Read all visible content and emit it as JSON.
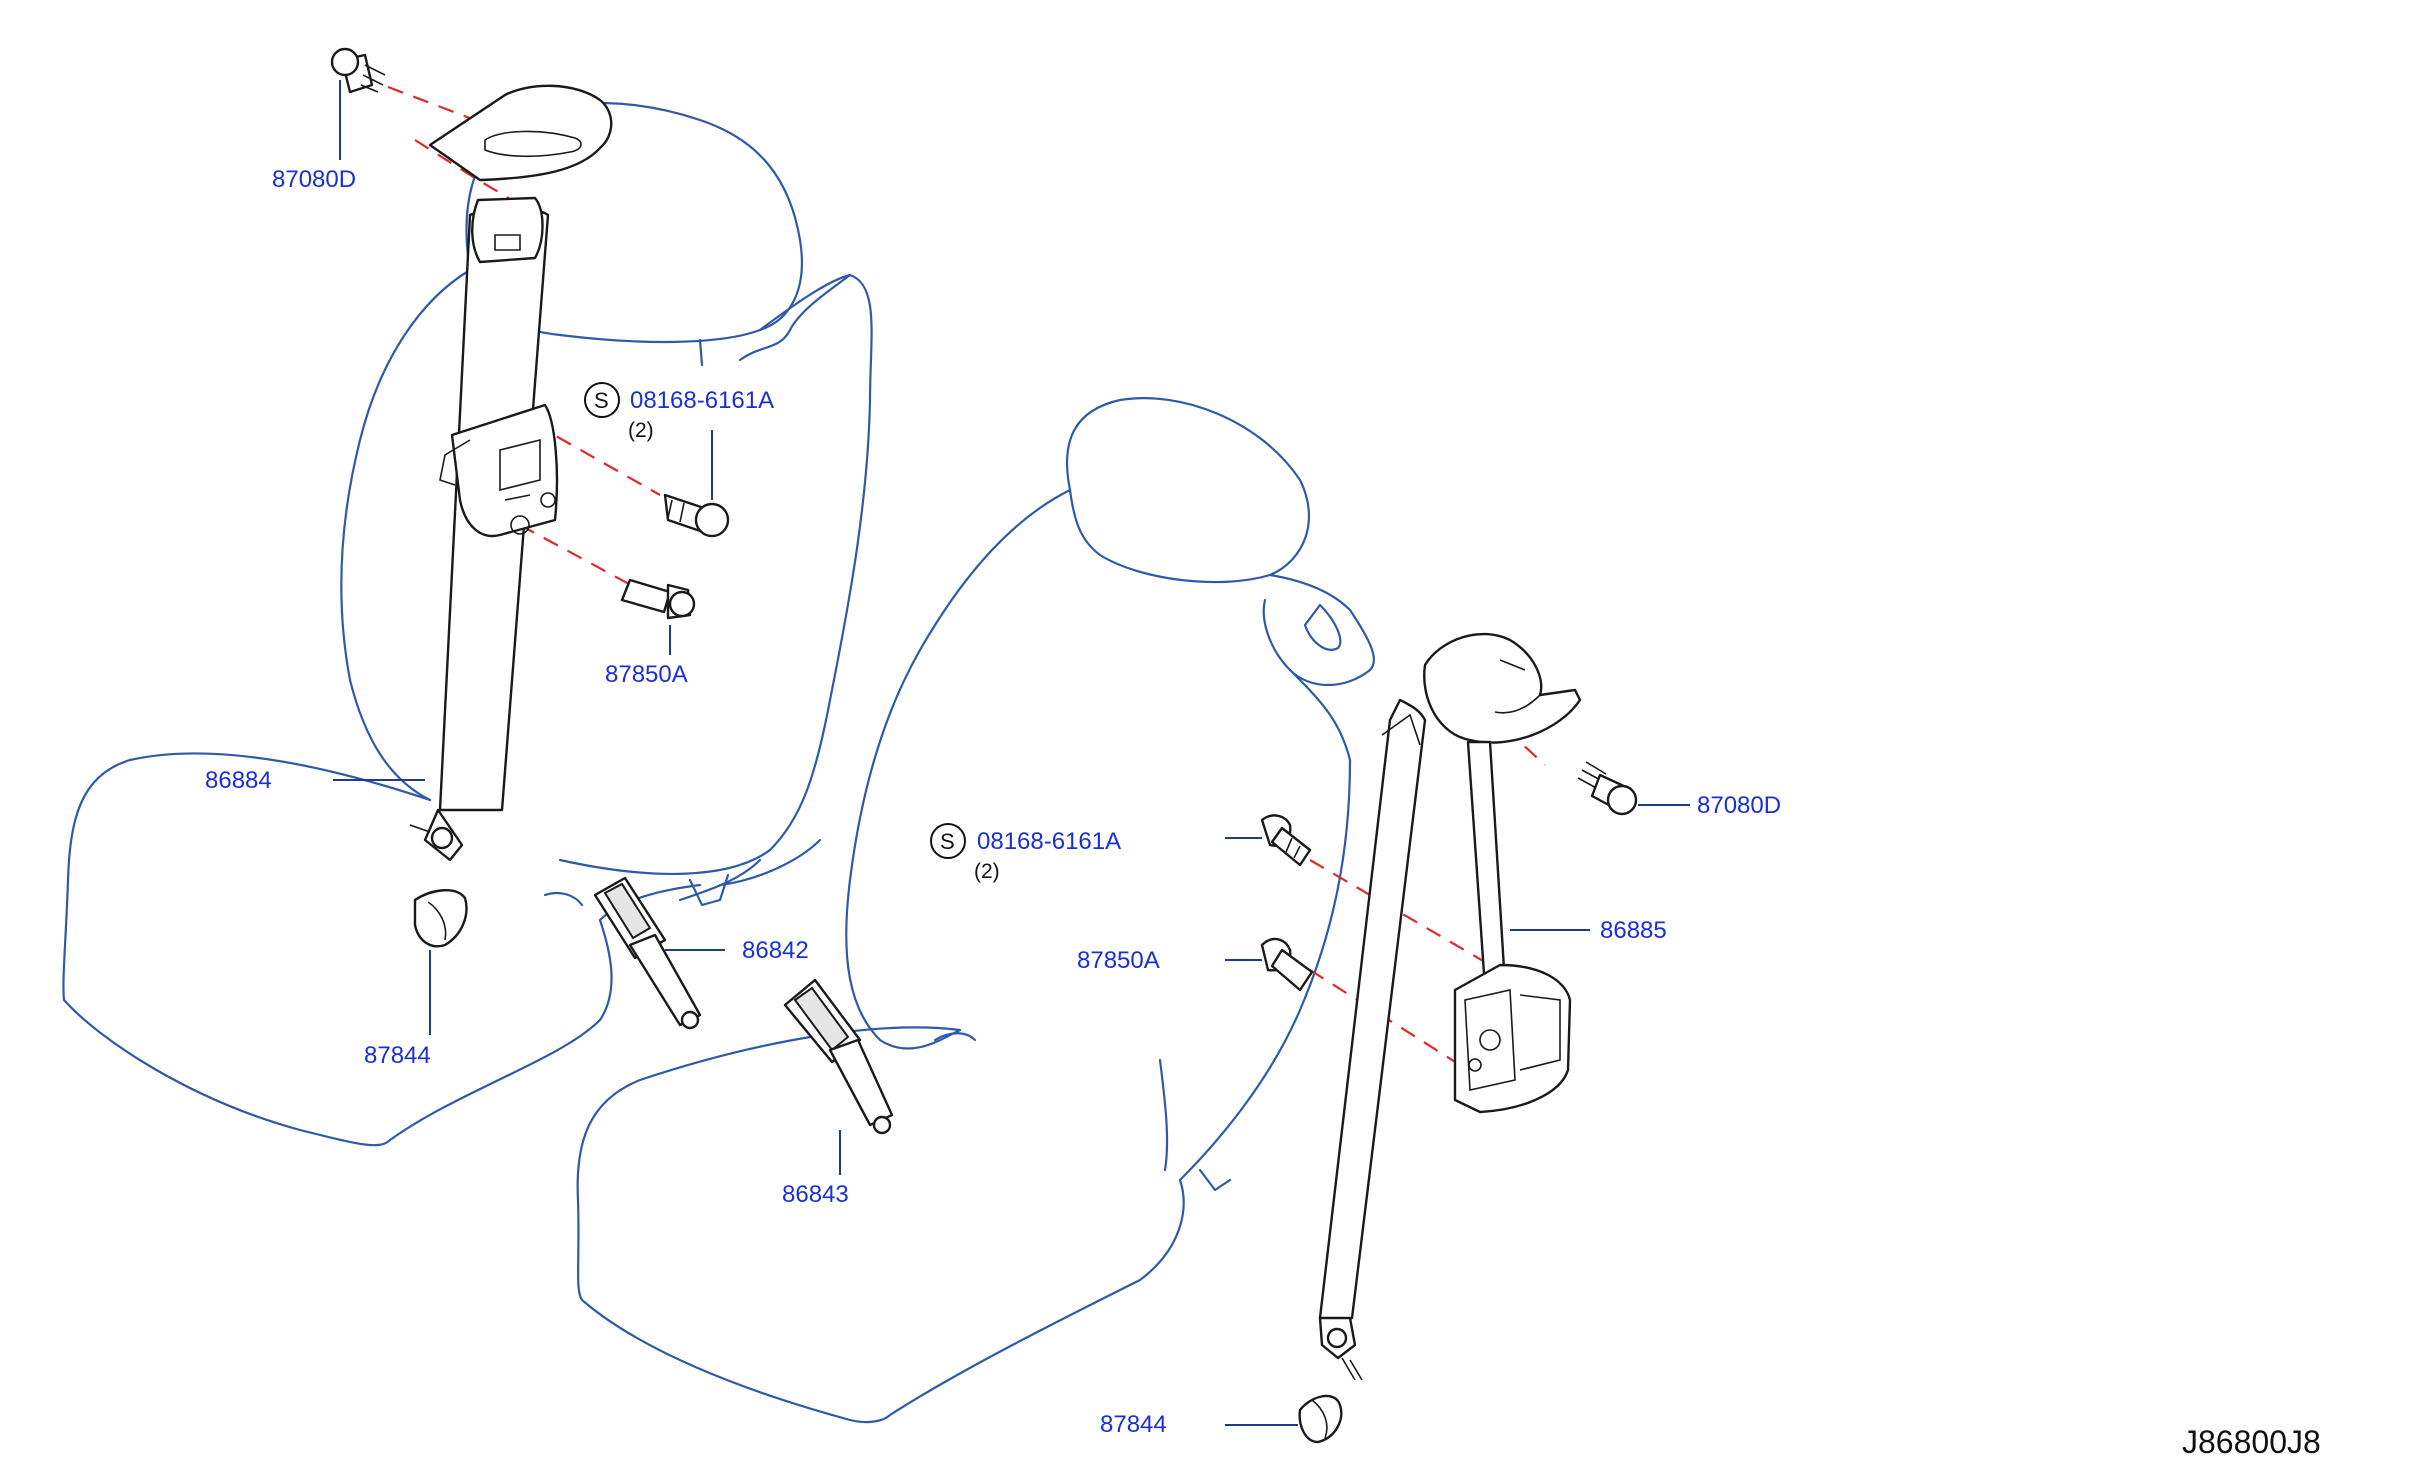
{
  "diagram": {
    "drawing_code": "J86800J8",
    "callouts": {
      "left_anchor_bolt": "87080D",
      "left_belt": "86884",
      "left_retractor_bolt_code": "08168-6161A",
      "left_retractor_bolt_qty": "(2)",
      "left_lower_bolt": "87850A",
      "left_cover": "87844",
      "left_buckle": "86842",
      "right_buckle": "86843",
      "right_bolt_code": "08168-6161A",
      "right_bolt_qty": "(2)",
      "right_lower_bolt": "87850A",
      "right_anchor_bolt": "87080D",
      "right_belt": "86885",
      "right_cover": "87844"
    },
    "standard_part_mark": "S"
  }
}
